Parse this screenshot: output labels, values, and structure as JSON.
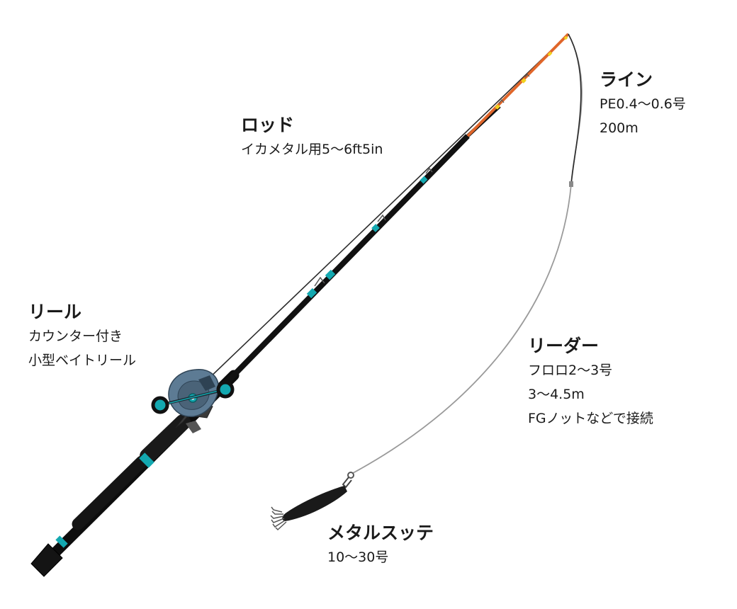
{
  "labels": {
    "line": {
      "title": "ライン",
      "lines": [
        "PE0.4〜0.6号",
        "200m"
      ]
    },
    "rod": {
      "title": "ロッド",
      "lines": [
        "イカメタル用5〜6ft5in"
      ]
    },
    "reel": {
      "title": "リール",
      "lines": [
        "カウンター付き",
        "小型ベイトリール"
      ]
    },
    "leader": {
      "title": "リーダー",
      "lines": [
        "フロロ2〜3号",
        "3〜4.5m",
        "FGノットなどで接続"
      ]
    },
    "sutte": {
      "title": "メタルスッテ",
      "lines": [
        "10〜30号"
      ]
    }
  },
  "colors": {
    "rod_blank": "#111111",
    "rod_tip": "#e0662a",
    "line": "#2b2b2b",
    "leader": "#9a9a9a",
    "accent_teal": "#13a8b0",
    "reel_body": "#5d7b94"
  }
}
